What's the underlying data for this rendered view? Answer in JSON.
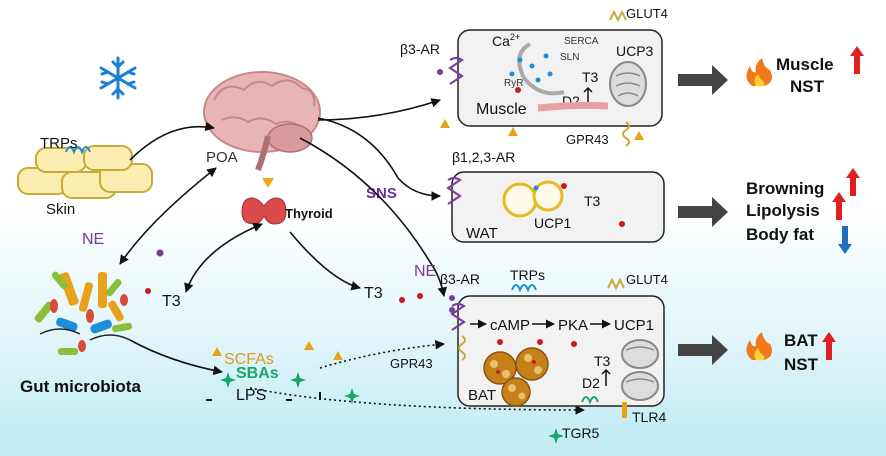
{
  "labels": {
    "trps_skin": "TRPs",
    "skin": "Skin",
    "poa": "POA",
    "thyroid": "Thyroid",
    "sns": "SNS",
    "ne_left": "NE",
    "ne_right": "NE",
    "t3_left": "T3",
    "t3_mid": "T3",
    "gut_microbiota": "Gut microbiota",
    "scfas": "SCFAs",
    "sbas": "SBAs",
    "lps": "LPS",
    "gpr43_bottom": "GPR43",
    "tgr5": "TGR5",
    "tlr4": "TLR4"
  },
  "muscle": {
    "b3ar": "β3-AR",
    "ca2": "Ca",
    "ca2_sup": "2+",
    "serca": "SERCA",
    "sln": "SLN",
    "ryr": "RyR",
    "glut4": "GLUT4",
    "ucp3": "UCP3",
    "t3": "T3",
    "d2": "D2",
    "muscle": "Muscle",
    "gpr43": "GPR43"
  },
  "wat": {
    "b123ar": "β1,2,3-AR",
    "t3": "T3",
    "ucp1": "UCP1",
    "wat": "WAT"
  },
  "bat": {
    "b3ar": "β3-AR",
    "trps": "TRPs",
    "glut4": "GLUT4",
    "camp": "cAMP",
    "pka": "PKA",
    "ucp1": "UCP1",
    "t3": "T3",
    "d2": "D2",
    "bat": "BAT"
  },
  "outcomes": {
    "muscle_nst_line1": "Muscle",
    "muscle_nst_line2": "NST",
    "browning": "Browning",
    "lipolysis": "Lipolysis",
    "body_fat": "Body fat",
    "bat_nst_line1": "BAT",
    "bat_nst_line2": "NST"
  },
  "colors": {
    "up_arrow": "#e02020",
    "down_arrow": "#1f6fc0",
    "ne_purple": "#7a3a9a",
    "sns_purple": "#6a2f9a",
    "scfa_orange": "#e09a1a",
    "sba_green": "#1aa56b",
    "cell_fill": "#f2f2f2"
  }
}
